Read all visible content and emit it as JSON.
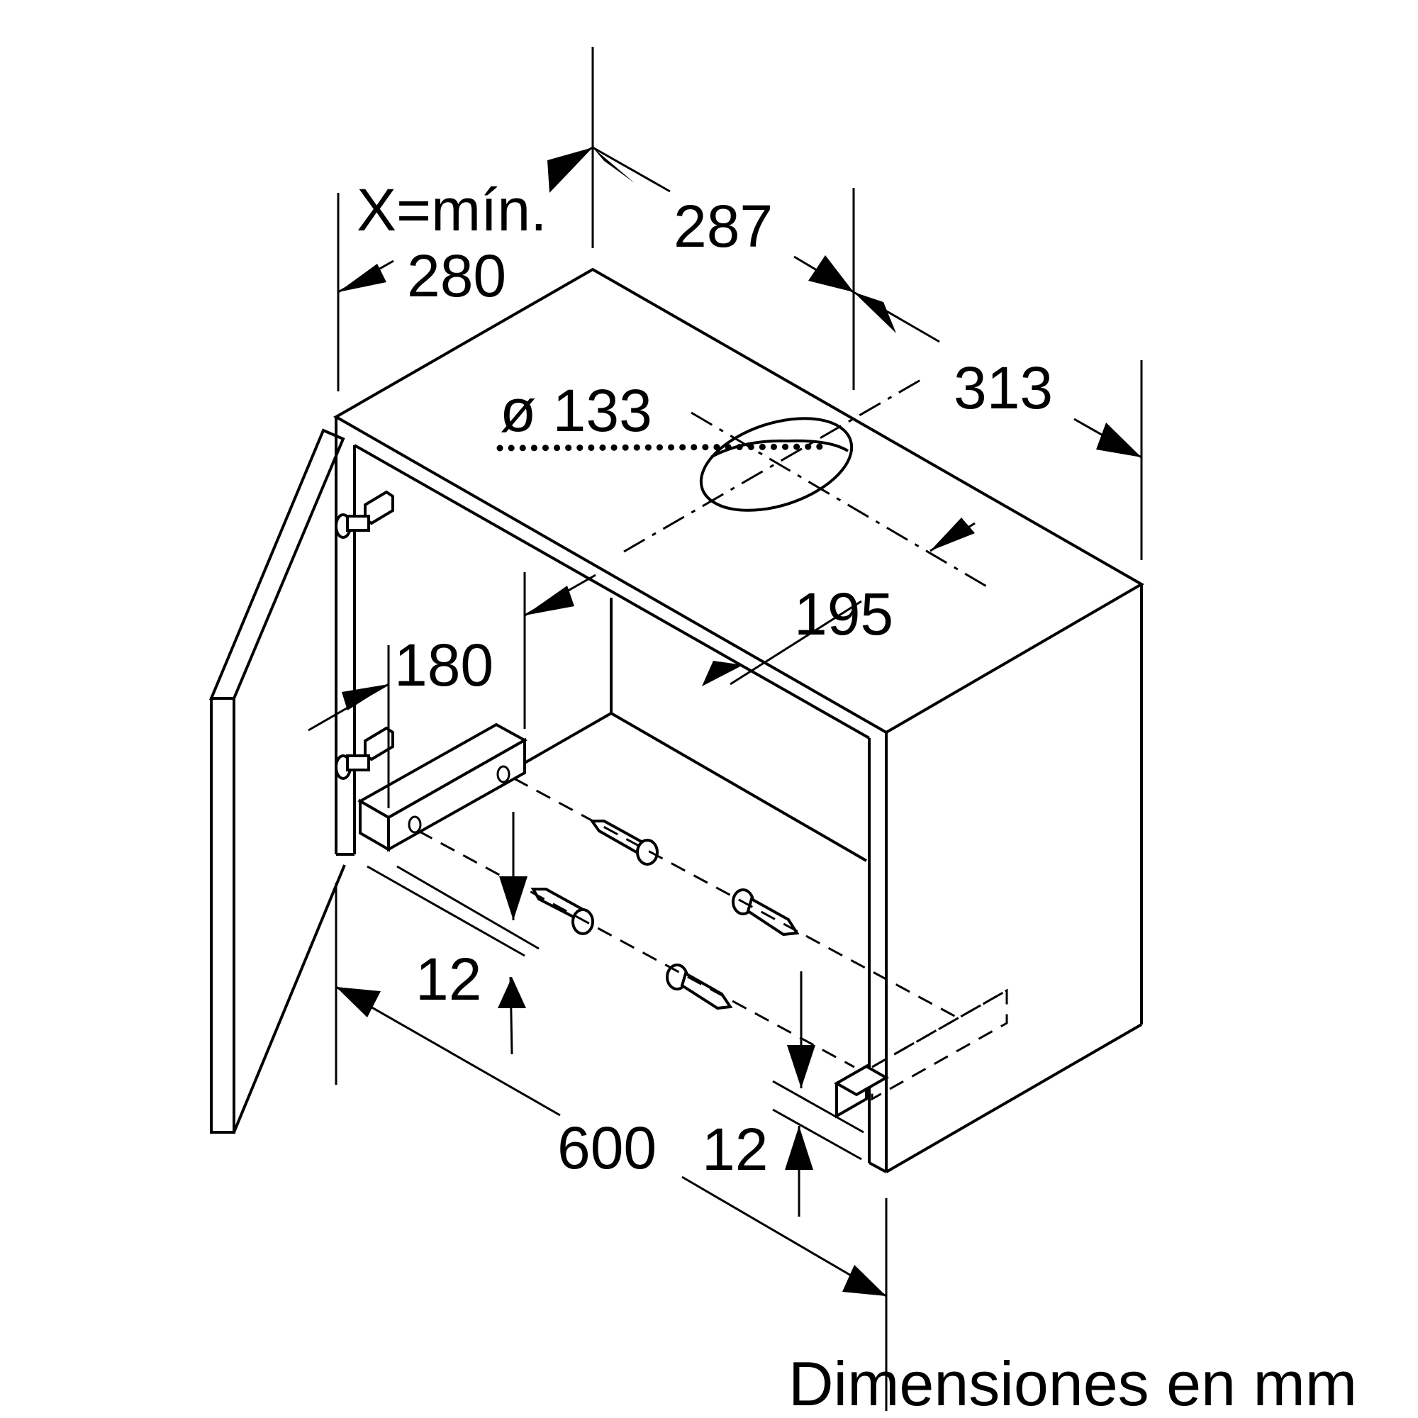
{
  "labels": {
    "x_min": "X=mín.",
    "d280": "280",
    "d287": "287",
    "d313": "313",
    "d133": "ø 133",
    "d195": "195",
    "d180": "180",
    "d12_left": "12",
    "d600": "600",
    "d12_right": "12"
  },
  "footer": "Dimensiones en mm"
}
